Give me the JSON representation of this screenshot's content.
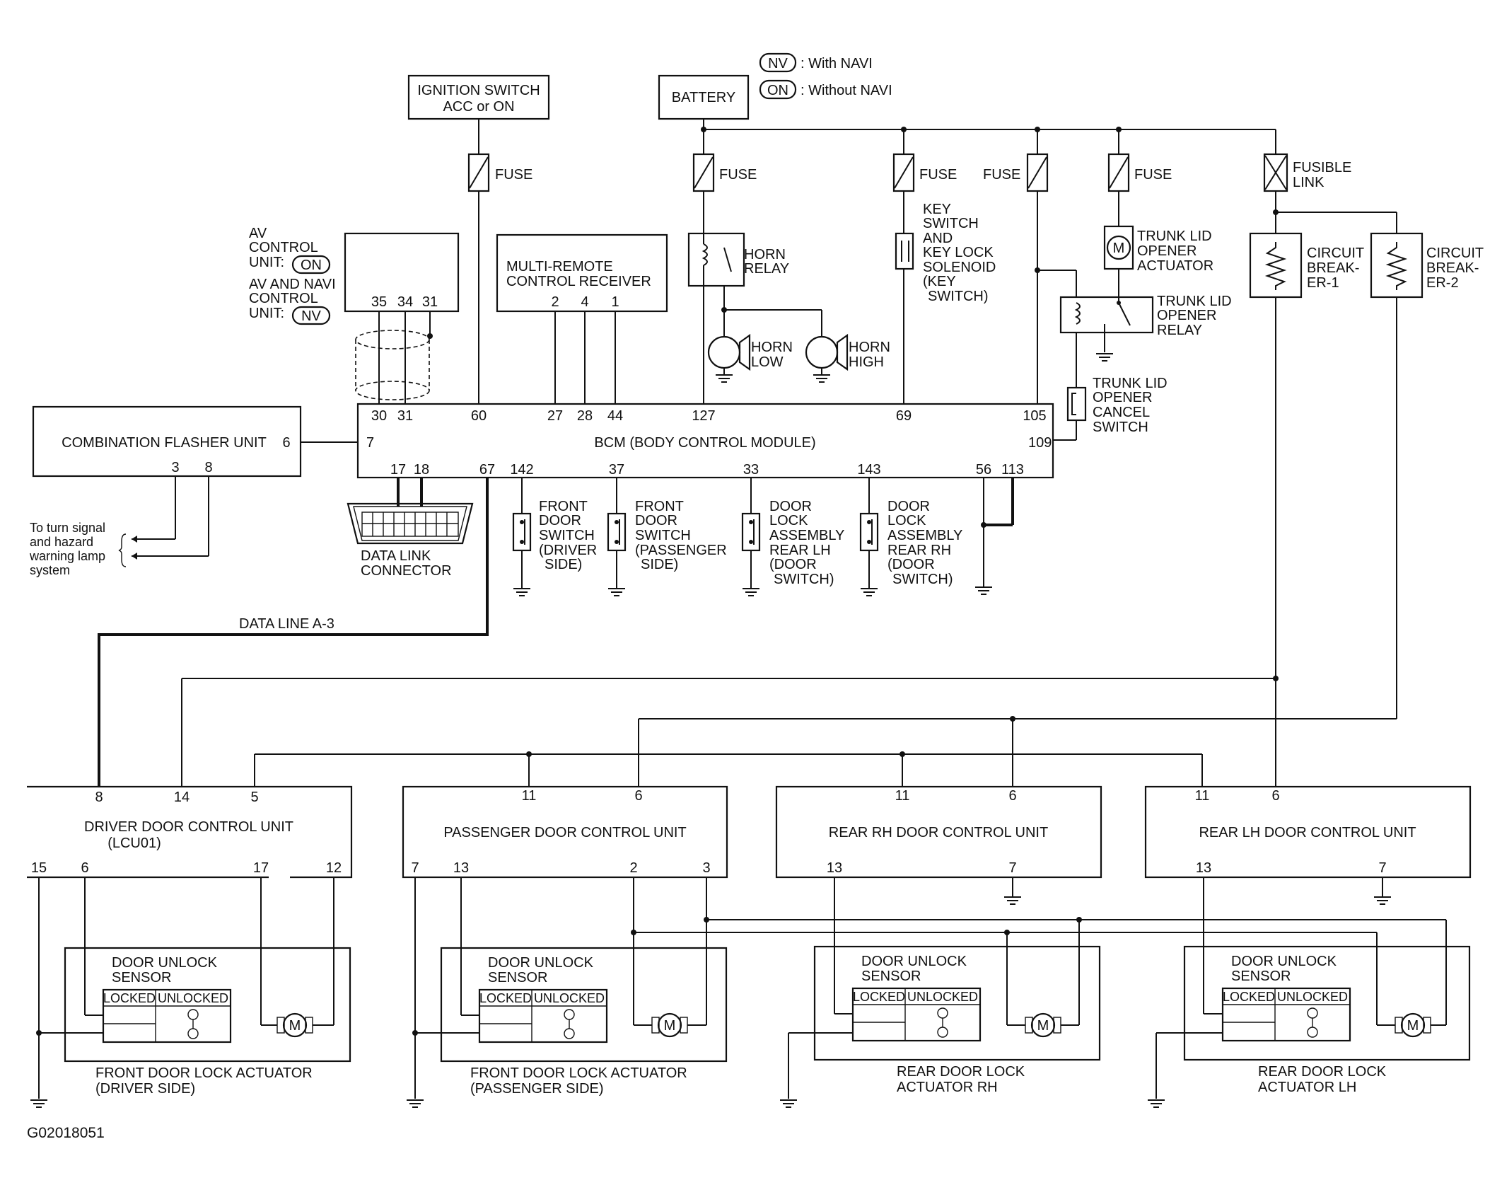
{
  "diagram_id": "G02018051",
  "legend": {
    "nv_code": "NV",
    "nv_text": ": With NAVI",
    "on_code": "ON",
    "on_text": ": Without NAVI"
  },
  "components": {
    "ignition_switch": [
      "IGNITION SWITCH",
      "ACC or ON"
    ],
    "battery": "BATTERY",
    "fuse": "FUSE",
    "fusible_link": [
      "FUSIBLE",
      "LINK"
    ],
    "horn_relay": [
      "HORN",
      "RELAY"
    ],
    "horn_low": [
      "HORN",
      "LOW"
    ],
    "horn_high": [
      "HORN",
      "HIGH"
    ],
    "key_switch": [
      "KEY",
      "SWITCH",
      "AND",
      "KEY LOCK",
      "SOLENOID",
      "(KEY",
      "SWITCH)"
    ],
    "trunk_actuator": [
      "TRUNK LID",
      "OPENER",
      "ACTUATOR"
    ],
    "trunk_relay": [
      "TRUNK LID",
      "OPENER",
      "RELAY"
    ],
    "trunk_cancel": [
      "TRUNK LID",
      "OPENER",
      "CANCEL",
      "SWITCH"
    ],
    "circuit_breaker_1": [
      "CIRCUIT",
      "BREAK-",
      "ER-1"
    ],
    "circuit_breaker_2": [
      "CIRCUIT",
      "BREAK-",
      "ER-2"
    ],
    "av_control": [
      "AV",
      "CONTROL",
      "UNIT:"
    ],
    "av_navi_control": [
      "AV AND NAVI",
      "CONTROL",
      "UNIT:"
    ],
    "multi_remote": [
      "MULTI-REMOTE",
      "CONTROL RECEIVER"
    ],
    "combination_flasher": "COMBINATION FLASHER UNIT",
    "bcm": "BCM (BODY CONTROL MODULE)",
    "data_link": [
      "DATA LINK",
      "CONNECTOR"
    ],
    "turn_signal_note": [
      "To turn signal",
      "and hazard",
      "warning lamp",
      "system"
    ],
    "front_door_switch_driver": [
      "FRONT",
      "DOOR",
      "SWITCH",
      "(DRIVER",
      "SIDE)"
    ],
    "front_door_switch_passenger": [
      "FRONT",
      "DOOR",
      "SWITCH",
      "(PASSENGER",
      "SIDE)"
    ],
    "door_lock_rear_lh_switch": [
      "DOOR",
      "LOCK",
      "ASSEMBLY",
      "REAR LH",
      "(DOOR",
      "SWITCH)"
    ],
    "door_lock_rear_rh_switch": [
      "DOOR",
      "LOCK",
      "ASSEMBLY",
      "REAR RH",
      "(DOOR",
      "SWITCH)"
    ],
    "data_line": "DATA LINE A-3",
    "driver_unit": [
      "DRIVER DOOR CONTROL UNIT",
      "(LCU01)"
    ],
    "passenger_unit": "PASSENGER DOOR CONTROL UNIT",
    "rear_rh_unit": "REAR RH DOOR CONTROL UNIT",
    "rear_lh_unit": "REAR LH DOOR CONTROL UNIT",
    "door_unlock_sensor": [
      "DOOR UNLOCK",
      "SENSOR"
    ],
    "locked": "LOCKED",
    "unlocked": "UNLOCKED",
    "motor": "M",
    "actuator_driver": [
      "FRONT DOOR LOCK ACTUATOR",
      "(DRIVER SIDE)"
    ],
    "actuator_passenger": [
      "FRONT DOOR LOCK ACTUATOR",
      "(PASSENGER SIDE)"
    ],
    "actuator_rear_rh": [
      "REAR DOOR LOCK",
      "ACTUATOR RH"
    ],
    "actuator_rear_lh": [
      "REAR DOOR LOCK",
      "ACTUATOR LH"
    ]
  },
  "pins": {
    "av": [
      "35",
      "34",
      "31"
    ],
    "remote": [
      "2",
      "4",
      "1"
    ],
    "bcm_top": [
      "30",
      "31",
      "60",
      "27",
      "28",
      "44",
      "127",
      "69",
      "105"
    ],
    "bcm_7": "7",
    "bcm_109": "109",
    "flasher_6": "6",
    "flasher_bottom": [
      "3",
      "8"
    ],
    "bcm_bottom": [
      "17",
      "18",
      "67",
      "142",
      "37",
      "33",
      "143",
      "56",
      "113"
    ],
    "driver_top": [
      "8",
      "14",
      "5"
    ],
    "driver_bottom": [
      "15",
      "6",
      "17",
      "12"
    ],
    "passenger_top": [
      "11",
      "6"
    ],
    "passenger_bottom": [
      "7",
      "13",
      "2",
      "3"
    ],
    "rear_rh_top": [
      "11",
      "6"
    ],
    "rear_rh_bottom": [
      "13",
      "7"
    ],
    "rear_lh_top": [
      "11",
      "6"
    ],
    "rear_lh_bottom": [
      "13",
      "7"
    ]
  }
}
